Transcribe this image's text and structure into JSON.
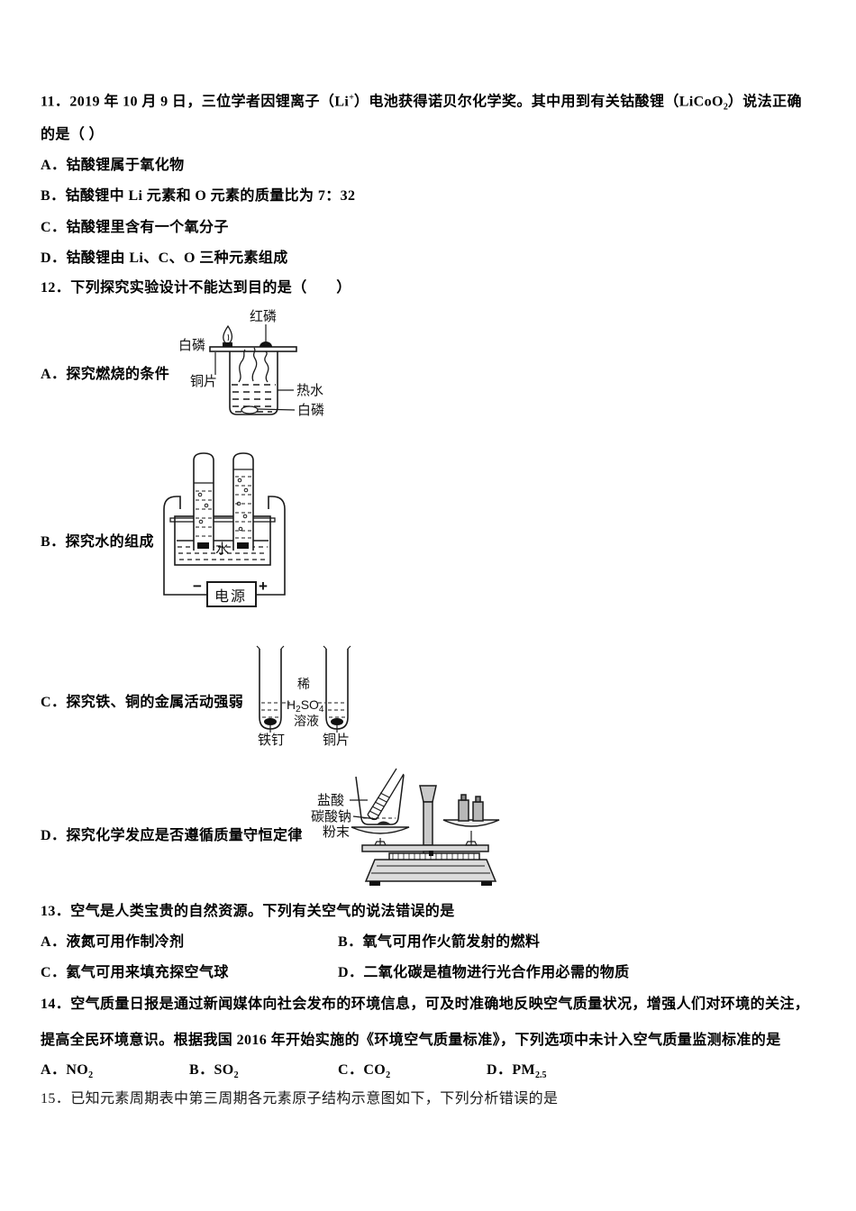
{
  "q11": {
    "stem1": "11．2019 年 10 月 9 日，三位学者因锂离子（Li",
    "stem_sup": "+",
    "stem2": "）电池获得诺贝尔化学奖。其中用到有关钴酸锂（LiCoO",
    "stem_sub": "2",
    "stem3": "）说法正确",
    "stem_line2": "的是（ ）",
    "optionA": "A．钴酸锂属于氧化物",
    "optionB": "B．钴酸锂中 Li 元素和 O 元素的质量比为 7：32",
    "optionC": "C．钴酸锂里含有一个氧分子",
    "optionD": "D．钴酸锂由 Li、C、O 三种元素组成"
  },
  "q12": {
    "stem": "12．下列探究实验设计不能达到目的是（　　）",
    "labelA": "A．探究燃烧的条件",
    "labelB": "B．探究水的组成",
    "labelC": "C．探究铁、铜的金属活动强弱",
    "labelD": "D．探究化学发应是否遵循质量守恒定律",
    "diagA": {
      "red_phosphorus": "红磷",
      "white_phosphorus_top": "白磷",
      "copper_sheet": "铜片",
      "hot_water": "热水",
      "white_phosphorus_bottom": "白磷"
    },
    "diagB": {
      "water": "水",
      "power_supply": "电源",
      "minus": "−",
      "plus": "+"
    },
    "diagC": {
      "dilute": "稀",
      "formula_h": "H",
      "formula_sub2": "2",
      "formula_so": "SO",
      "formula_sub4": "4",
      "solution": "溶液",
      "iron_nail": "铁钉",
      "copper_piece": "铜片"
    },
    "diagD": {
      "hydrochloric_acid": "盐酸",
      "sodium_carbonate": "碳酸钠",
      "powder": "粉末"
    }
  },
  "q13": {
    "stem": "13．空气是人类宝贵的自然资源。下列有关空气的说法错误的是",
    "optionA": "A．液氮可用作制冷剂",
    "optionB": "B．氧气可用作火箭发射的燃料",
    "optionC": "C．氦气可用来填充探空气球",
    "optionD": "D．二氧化碳是植物进行光合作用必需的物质"
  },
  "q14": {
    "stem_line1": "14．空气质量日报是通过新闻媒体向社会发布的环境信息，可及时准确地反映空气质量状况，增强人们对环境的关注，",
    "stem_line2": "提高全民环境意识。根据我国 2016 年开始实施的《环境空气质量标准》，下列选项中未计入空气质量监测标准的是",
    "options": [
      {
        "prefix": "A．NO",
        "sub": "2"
      },
      {
        "prefix": "B．SO",
        "sub": "2"
      },
      {
        "prefix": "C．CO",
        "sub": "2"
      },
      {
        "prefix": "D．PM",
        "sub": "2.5"
      }
    ]
  },
  "q15": {
    "stem": "15．已知元素周期表中第三周期各元素原子结构示意图如下，下列分析错误的是"
  }
}
